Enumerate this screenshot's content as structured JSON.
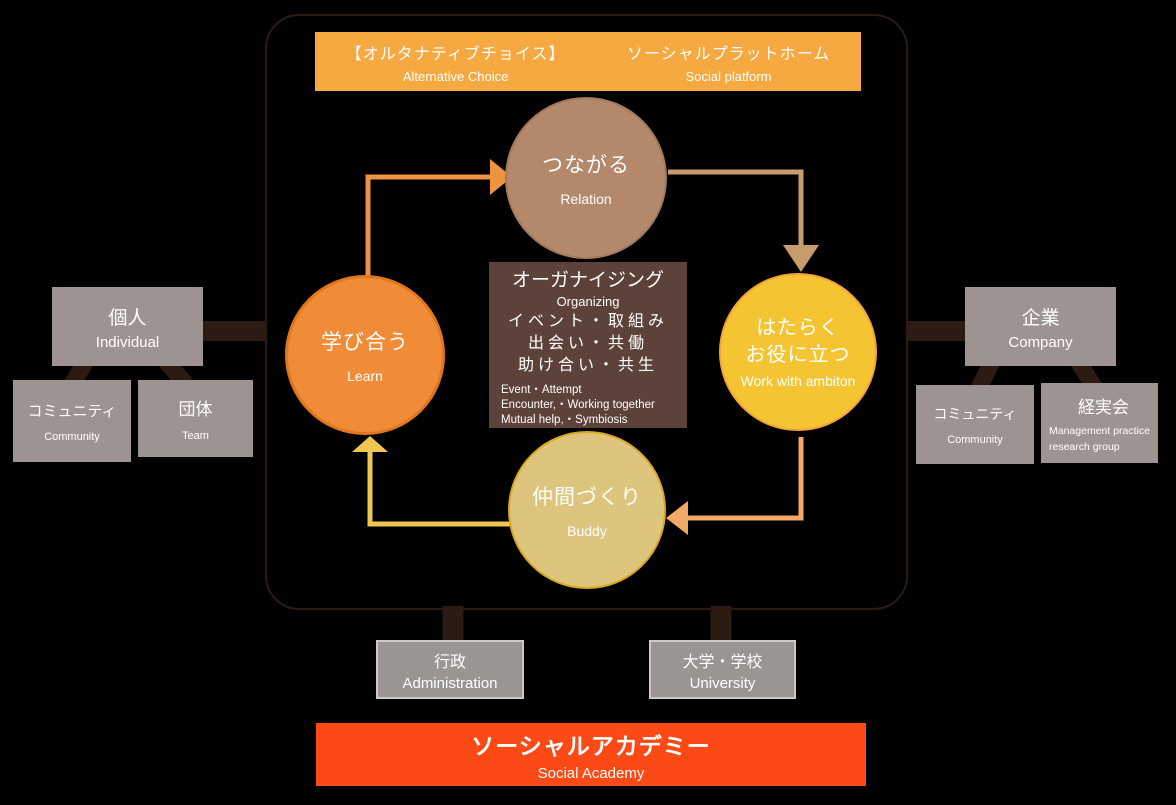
{
  "colors": {
    "background": "#000000",
    "frame_border": "#2B1B13",
    "connector": "#2B1B13",
    "platform_banner_bg": "#F6A841",
    "academy_banner_bg": "#FB4A15",
    "relation_circle": "#B3886B",
    "learn_circle": "#F08C38",
    "work_circle": "#F5C433",
    "buddy_circle": "#DDC57E",
    "organizing_box": "#5D423A",
    "gray_box": "#9D9390",
    "bottom_box": "#9A9492",
    "arrow_learn_to_relation": "#EE9340",
    "arrow_relation_to_work": "#C69C6D",
    "arrow_work_to_buddy": "#F2A965",
    "arrow_buddy_to_learn": "#EFC64F",
    "text": "#FFFFFF"
  },
  "platform_banner": {
    "jp_left": "【オルタナティブチョイス】",
    "en_left": "Alternative Choice",
    "jp_right": "ソーシャルプラットホーム",
    "en_right": "Social platform"
  },
  "cycle": {
    "relation": {
      "jp": "つながる",
      "en": "Relation"
    },
    "work": {
      "jp1": "はたらく",
      "jp2": "お役に立つ",
      "en": "Work with ambiton"
    },
    "buddy": {
      "jp": "仲間づくり",
      "en": "Buddy"
    },
    "learn": {
      "jp": "学び合う",
      "en": "Learn"
    }
  },
  "organizing": {
    "jp_title": "オーガナイジング",
    "en_title": "Organizing",
    "jp_lines": [
      "イベント・取組み",
      "出会い・共働",
      "助け合い・共生"
    ],
    "en_lines": [
      "Event・Attempt",
      "Encounter,・Working together",
      "Mutual help,・Symbiosis"
    ]
  },
  "left_group": {
    "parent": {
      "jp": "個人",
      "en": "Individual"
    },
    "children": [
      {
        "jp": "コミュニティ",
        "en": "Community"
      },
      {
        "jp": "団体",
        "en": "Team"
      }
    ]
  },
  "right_group": {
    "parent": {
      "jp": "企業",
      "en": "Company"
    },
    "children": [
      {
        "jp": "コミュニティ",
        "en": "Community"
      },
      {
        "jp": "経実会",
        "en_line1": "Management practice",
        "en_line2": "research group"
      }
    ]
  },
  "bottom_boxes": [
    {
      "jp": "行政",
      "en": "Administration"
    },
    {
      "jp": "大学・学校",
      "en": "University"
    }
  ],
  "academy_banner": {
    "jp": "ソーシャルアカデミー",
    "en": "Social Academy"
  }
}
